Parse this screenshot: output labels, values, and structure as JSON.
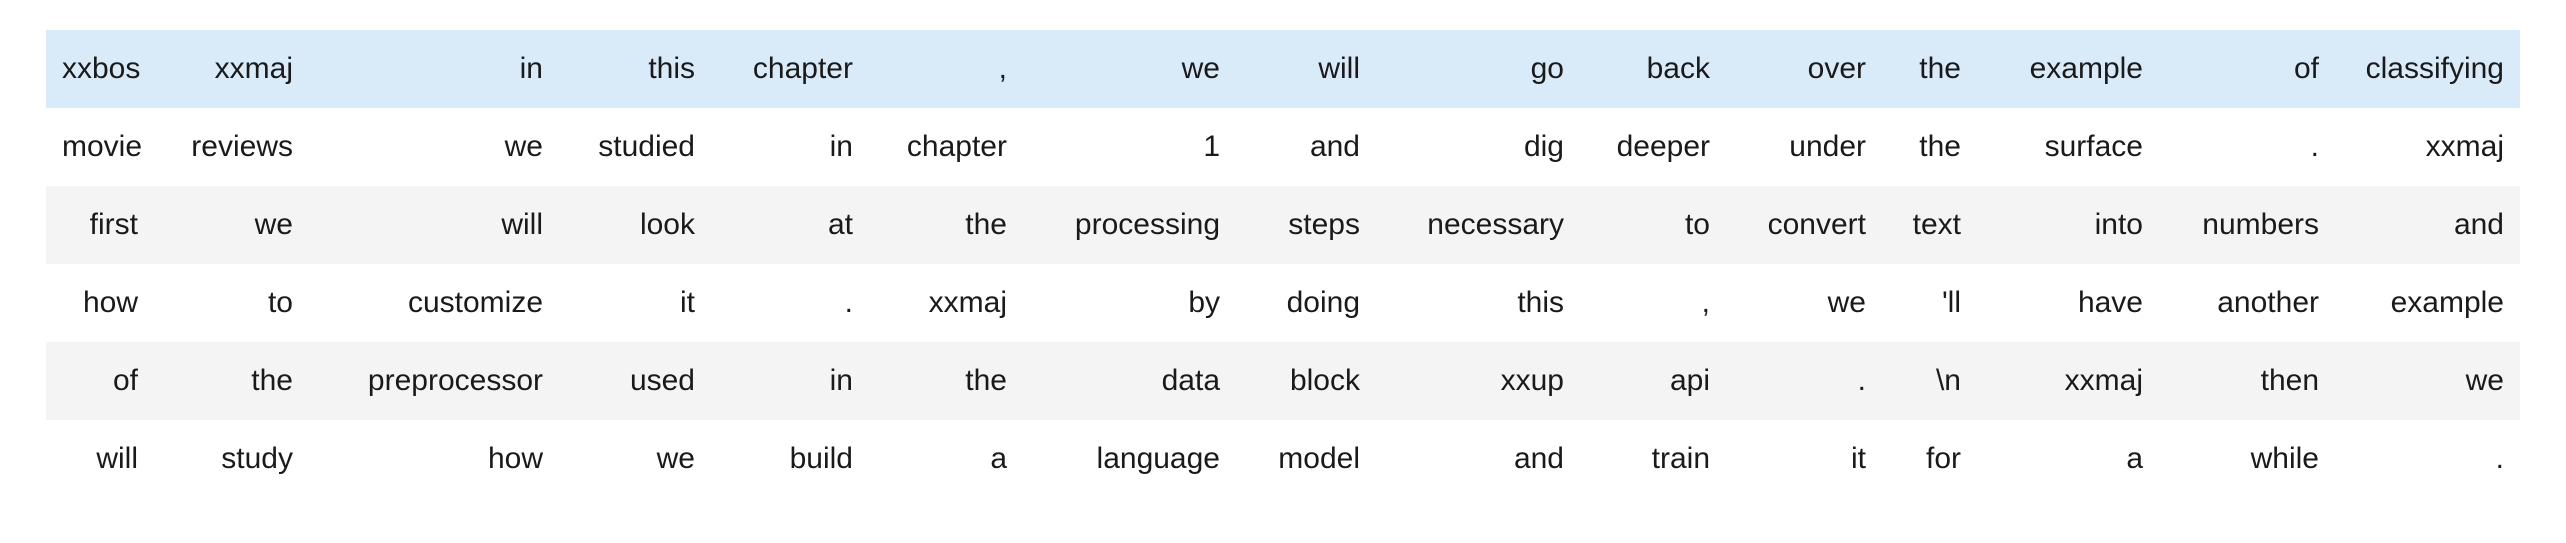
{
  "table": {
    "kind": "token-grid",
    "column_count": 15,
    "row_count": 6,
    "colors": {
      "highlight_row_background": "#d9eaf9",
      "odd_row_background": "#f4f4f4",
      "even_row_background": "#ffffff",
      "text": "#1a1a1a",
      "page_background": "#ffffff"
    },
    "rows": [
      {
        "style": "highlight",
        "cells": [
          "xxbos",
          "xxmaj",
          "in",
          "this",
          "chapter",
          ",",
          "we",
          "will",
          "go",
          "back",
          "over",
          "the",
          "example",
          "of",
          "classifying"
        ]
      },
      {
        "style": "even",
        "cells": [
          "movie",
          "reviews",
          "we",
          "studied",
          "in",
          "chapter",
          "1",
          "and",
          "dig",
          "deeper",
          "under",
          "the",
          "surface",
          ".",
          "xxmaj"
        ]
      },
      {
        "style": "odd",
        "cells": [
          "first",
          "we",
          "will",
          "look",
          "at",
          "the",
          "processing",
          "steps",
          "necessary",
          "to",
          "convert",
          "text",
          "into",
          "numbers",
          "and"
        ]
      },
      {
        "style": "even",
        "cells": [
          "how",
          "to",
          "customize",
          "it",
          ".",
          "xxmaj",
          "by",
          "doing",
          "this",
          ",",
          "we",
          "'ll",
          "have",
          "another",
          "example"
        ]
      },
      {
        "style": "odd",
        "cells": [
          "of",
          "the",
          "preprocessor",
          "used",
          "in",
          "the",
          "data",
          "block",
          "xxup",
          "api",
          ".",
          "\\n",
          "xxmaj",
          "then",
          "we"
        ]
      },
      {
        "style": "even",
        "cells": [
          "will",
          "study",
          "how",
          "we",
          "build",
          "a",
          "language",
          "model",
          "and",
          "train",
          "it",
          "for",
          "a",
          "while",
          "."
        ]
      }
    ]
  }
}
